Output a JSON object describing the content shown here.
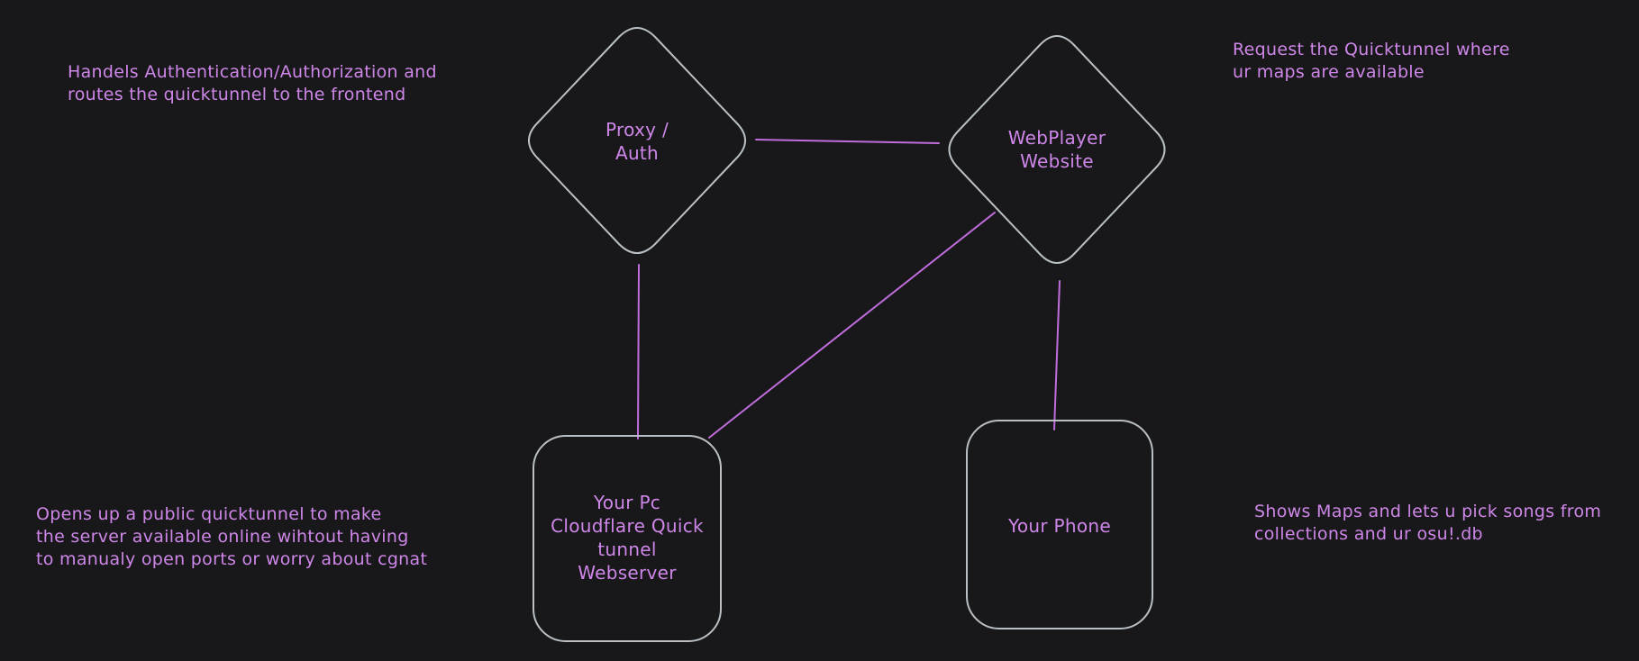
{
  "canvas": {
    "background_color": "#18181a",
    "shape_stroke_color": "#b9bfc4",
    "text_color": "#ce87e8",
    "connector_color": "#c06ddd"
  },
  "nodes": {
    "proxy_auth": {
      "shape": "diamond",
      "label": "Proxy /\nAuth"
    },
    "webplayer": {
      "shape": "diamond",
      "label": "WebPlayer\nWebsite"
    },
    "your_pc": {
      "shape": "rounded-rectangle",
      "label": "Your Pc\nCloudflare Quick\ntunnel\nWebserver"
    },
    "your_phone": {
      "shape": "rounded-rectangle",
      "label": "Your Phone"
    }
  },
  "annotations": {
    "proxy_auth_note": "Handels Authentication/Authorization and\nroutes the quicktunnel to the frontend",
    "webplayer_note": "Request the Quicktunnel where\nur maps are available",
    "your_pc_note": "Opens up a public quicktunnel to make\nthe server available online wihtout having\nto manualy open ports or worry about cgnat",
    "your_phone_note": "Shows Maps and lets u pick songs from\ncollections and ur osu!.db"
  },
  "edges": [
    {
      "from": "proxy_auth",
      "to": "webplayer"
    },
    {
      "from": "proxy_auth",
      "to": "your_pc"
    },
    {
      "from": "webplayer",
      "to": "your_pc"
    },
    {
      "from": "webplayer",
      "to": "your_phone"
    }
  ]
}
